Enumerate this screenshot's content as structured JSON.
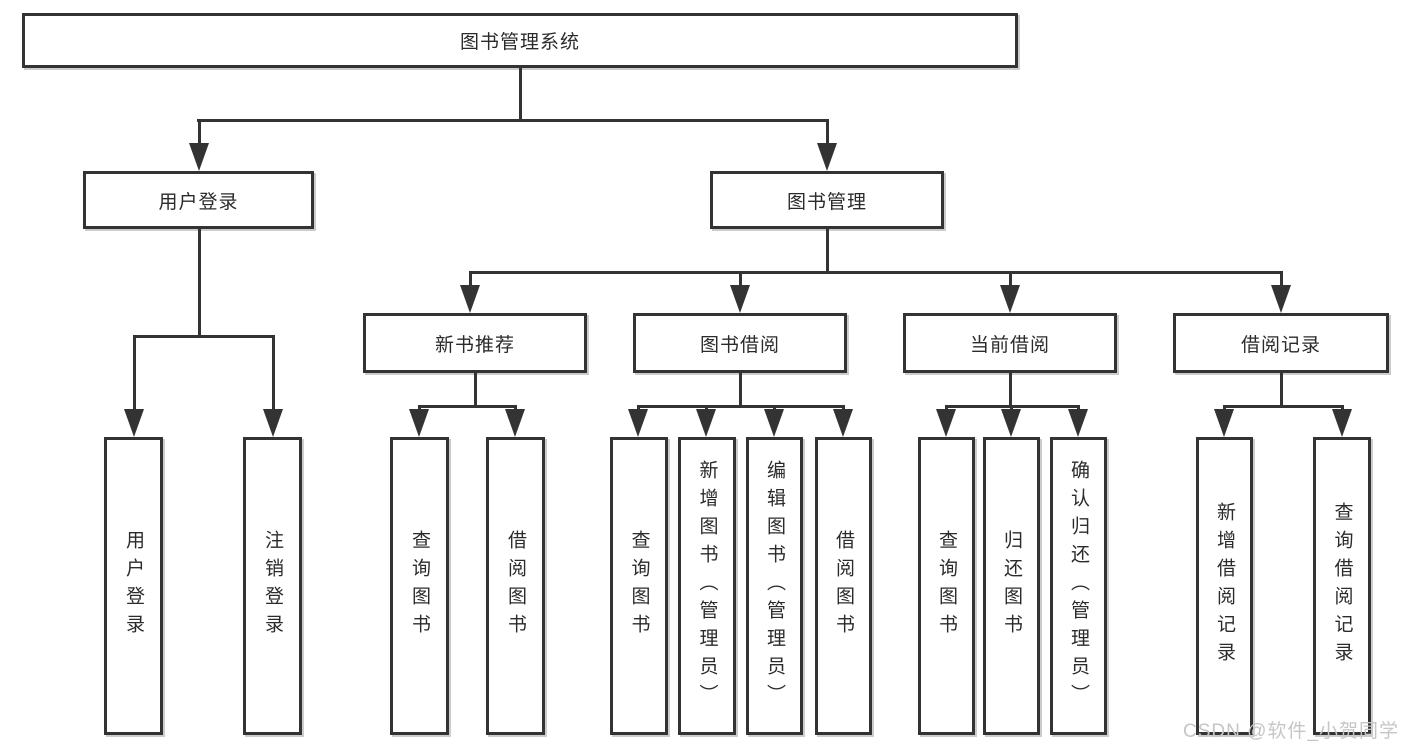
{
  "tree": {
    "label": "图书管理系统",
    "children": [
      {
        "label": "用户登录",
        "children": [
          {
            "label": "用户登录"
          },
          {
            "label": "注销登录"
          }
        ]
      },
      {
        "label": "图书管理",
        "children": [
          {
            "label": "新书推荐",
            "children": [
              {
                "label": "查询图书"
              },
              {
                "label": "借阅图书"
              }
            ]
          },
          {
            "label": "图书借阅",
            "children": [
              {
                "label": "查询图书"
              },
              {
                "label": "新增图书（管理员）"
              },
              {
                "label": "编辑图书（管理员）"
              },
              {
                "label": "借阅图书"
              }
            ]
          },
          {
            "label": "当前借阅",
            "children": [
              {
                "label": "查询图书"
              },
              {
                "label": "归还图书"
              },
              {
                "label": "确认归还（管理员）"
              }
            ]
          },
          {
            "label": "借阅记录",
            "children": [
              {
                "label": "新增借阅记录"
              },
              {
                "label": "查询借阅记录"
              }
            ]
          }
        ]
      }
    ]
  },
  "watermark": {
    "text": "CSDN @软件_小贺同学"
  },
  "colors": {
    "line": "#333333",
    "text": "#2b2b2b",
    "watermark": "#c6c6c8",
    "background": "#ffffff"
  }
}
